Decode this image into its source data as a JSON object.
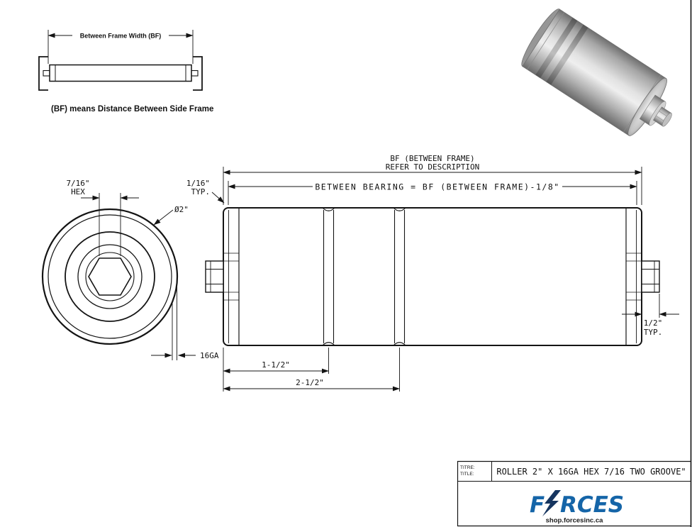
{
  "inset": {
    "dim_label": "Between Frame Width (BF)",
    "caption": "(BF) means Distance Between Side Frame"
  },
  "end_view": {
    "hex_size": "7/16\"",
    "hex_label": "HEX",
    "diameter": "Ø2\"",
    "gauge": "16GA"
  },
  "side_view": {
    "bf_label": "BF (BETWEEN FRAME)",
    "bf_note": "REFER TO DESCRIPTION",
    "between_bearing": "BETWEEN BEARING = BF (BETWEEN FRAME)-1/8\"",
    "end_clearance": "1/16\"",
    "end_clearance_typ": "TYP.",
    "shaft_ext": "1/2\"",
    "shaft_ext_typ": "TYP.",
    "groove1_pos": "1-1/2\"",
    "groove2_pos": "2-1/2\""
  },
  "title_block": {
    "label_fr": "TITRE:",
    "label_en": "TITLE:",
    "title": "ROLLER 2\" X 16GA HEX 7/16 TWO GROOVE\"",
    "brand_prefix": "F",
    "brand_suffix": "RCES",
    "brand_color": "#1565a8",
    "bolt_color": "#16355f",
    "website": "shop.forcesinc.ca"
  }
}
